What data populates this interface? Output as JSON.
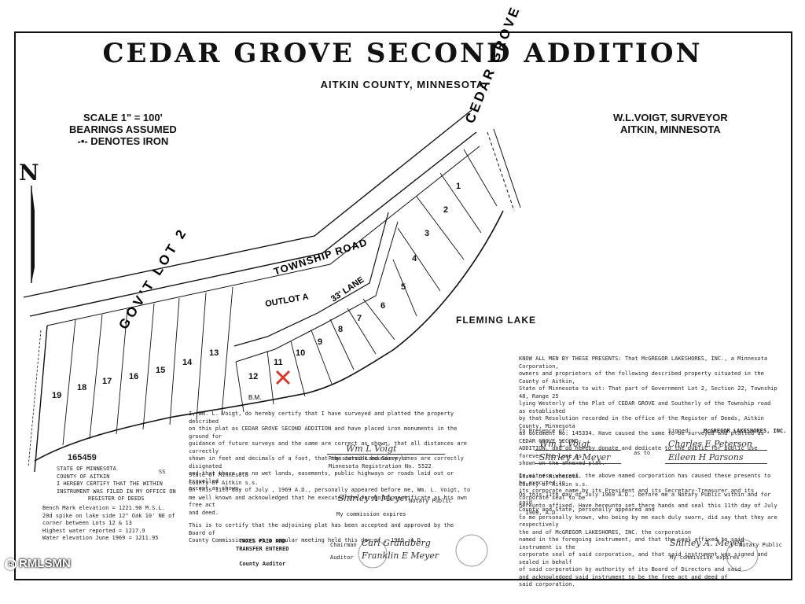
{
  "title": "CEDAR GROVE SECOND ADDITION",
  "subtitle": "AITKIN COUNTY, MINNESOTA",
  "scale_block": [
    "SCALE 1\" = 100'",
    "BEARINGS ASSUMED",
    "-•- DENOTES IRON"
  ],
  "surveyor_block": [
    "W.L.VOIGT, SURVEYOR",
    "AITKIN, MINNESOTA"
  ],
  "north_label": "N",
  "map": {
    "cedar_grove_label": "CEDAR GROVE",
    "township_road": "TOWNSHIP ROAD",
    "gov_lot": "GOV'T LOT 2",
    "outlot": "OUTLOT A",
    "lane": "33' LANE",
    "lake": "FLEMING LAKE",
    "bm": "B.M.",
    "lots_lower": [
      "19",
      "18",
      "17",
      "16",
      "15",
      "14",
      "13",
      "12",
      "11",
      "10",
      "9",
      "8",
      "7",
      "6",
      "5",
      "4",
      "3",
      "2",
      "1"
    ],
    "selected_marker": "X"
  },
  "left_notes": {
    "doc_number": "165459",
    "state": "STATE OF MINNESOTA",
    "county": "COUNTY OF AITKIN",
    "ss": "SS",
    "certify": "I HEREBY CERTIFY THAT THE WITHIN",
    "instrument": "INSTRUMENT WAS FILED IN MY OFFICE ON",
    "register": "REGISTER OF DEEDS",
    "bench": [
      "Bench Mark elevation = 1221.90 M.S.L.",
      "20d spike on lake side 12\" Oak 10' NE of",
      "corner between Lots 12 & 13",
      "Highest water reported   = 1217.9",
      "Water elevation June 1969 =  1211.95"
    ]
  },
  "surveyor_cert": [
    "I, Wm. L. Voigt, do hereby certify that I have surveyed and platted the property described",
    "on this plat as CEDAR GROVE SECOND ADDITION and have placed iron monuments in the ground for",
    "guidance of future surveys and the same are correct as shown, that all distances are correctly",
    "shown in feet and decimals of a foot, that the outside boundary lines are correctly disignated",
    "and that there are no wet lands, easements, public highways or roads laid out or travelled",
    "except as shown."
  ],
  "registration": [
    "Registered Land Surveyor",
    "Minnesota Registration No. 5522"
  ],
  "state_block_left": [
    "State of Minnesota",
    "County of Aitkin   s.s.",
    "On this 11th day of July      , 1969 A.D., personally appeared before me, Wm. L. Voigt, to",
    "me well known and acknowledged that he executed the foregoing certificate as his own free act",
    "and deed."
  ],
  "notary_left": [
    "Notary Public",
    "My commission expires"
  ],
  "board_cert": [
    "This is to certify that the adjoining plat has been accepted and approved by the Board of",
    "County Commissioners at a regular meeting held this    day of         , 1969, A.D."
  ],
  "taxes": [
    "TAXES PAID AND",
    "TRANSFER ENTERED",
    "County Auditor"
  ],
  "officials": [
    "Chairman",
    "Auditor"
  ],
  "dedication": [
    "KNOW ALL MEN BY THESE PRESENTS: That McGREGOR LAKESHORES, INC., a Minnesota Corporation,",
    "owners and proprietors of the following described property situated in the County of Aitkin,",
    "State of Minnesota to wit: That part of Government Lot 2, Section 22, Township 48, Range 25",
    "lying Westerly of the Plat of CEDAR GROVE and Southerly of the Township road as established",
    "by that Resolution recorded in the office of the Register of Deeds, Aitkin County, Minnesota",
    "as document No. 145334. Have caused the same to be surveyed and platted as CEDAR GROVE SECOND",
    "ADDITION, and do hereby donate and dedicate to the public for public use forever the Lane as",
    "shown on the annexed plat.",
    "",
    "In witness whereof, the above named corporation has caused these presents to be executed in",
    "its corporate name by its President and its Secretary-Treasurer and its corporate seal to be",
    "hereunto affixed. Have hereunto set there hands and seal this 11th day of July   , 1969, A.D."
  ],
  "witness": [
    "In Presence of:",
    "Signed:",
    "McGREGOR LAKESHORES, INC.",
    "as to"
  ],
  "state_block_right": [
    "State of Minnesota",
    "County of Aitkin   s.s.",
    "On this 11th day of July      1969 A.D., before me a Notary Public within and for said",
    "County and State, personally appeared                    and",
    "to me personally known, who being by me each duly sworn, did say that they are respectively",
    "the               and               of McGREGOR LAKESHORES, INC. the corporation",
    "named in the foregoing instrument, and that the seal affixed to said instrument is the",
    "corporate seal of said corporation, and that said instrument was signed and sealed in behalf",
    "of said corporation by authority of its Board of Directors and said",
    "and               acknowledged said instrument to be the free act and deed of",
    "said corporation."
  ],
  "notary_right": [
    "Notary Public",
    "My commission expires"
  ],
  "signatures": {
    "surveyor": "Wm L Voigt",
    "notary_left": "Shirley A Meyer",
    "chairman": "Carl Grandberg",
    "auditor": "Franklin E Meyer",
    "witness_1": "Wm L Voigt",
    "witness_2": "Shirley A Meyer",
    "signed_1": "Charles E Peterson",
    "signed_2": "Eileen H Parsons",
    "notary_right": "Shirley A. Meyer"
  },
  "watermark": "RMLSMN",
  "watermark_symbol": "R"
}
